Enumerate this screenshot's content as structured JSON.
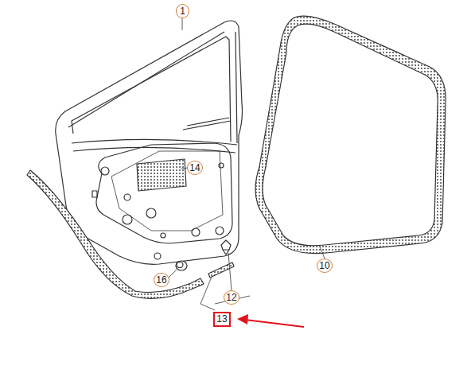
{
  "diagram": {
    "labels": [
      "1",
      "14",
      "10",
      "16",
      "12",
      "13"
    ]
  }
}
